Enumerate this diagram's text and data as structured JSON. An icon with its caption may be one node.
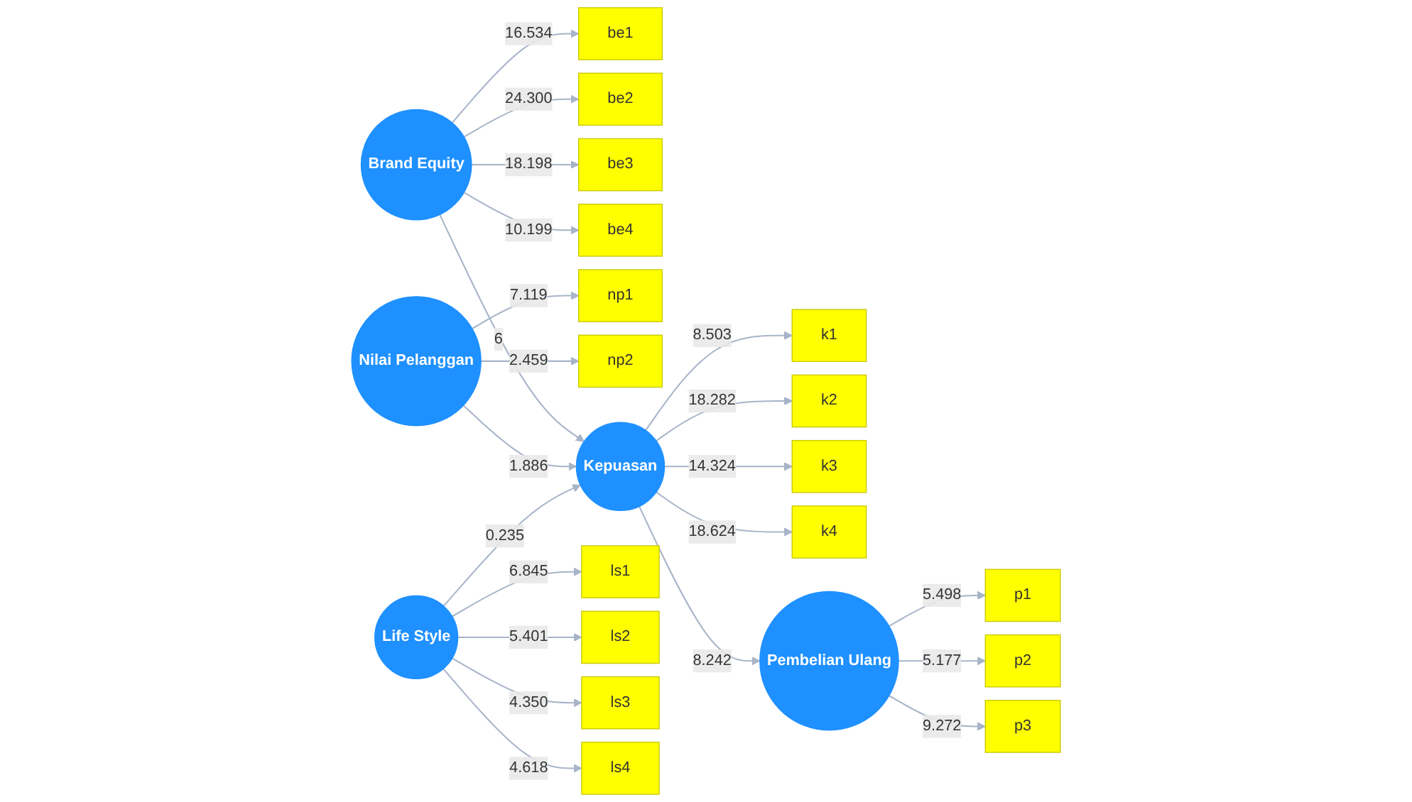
{
  "diagram": {
    "nodes": [
      {
        "text": [
          "be1"
        ]
      },
      {
        "text": [
          "be2"
        ]
      },
      {
        "text": [
          "be3"
        ]
      },
      {
        "text": [
          "be4"
        ]
      },
      {
        "text": [
          "Brand Equity"
        ]
      },
      {
        "text": [
          "k1"
        ]
      },
      {
        "text": [
          "k2"
        ]
      },
      {
        "text": [
          "k3"
        ]
      },
      {
        "text": [
          "k4"
        ]
      },
      {
        "text": [
          "np1"
        ]
      },
      {
        "text": [
          "np2"
        ]
      },
      {
        "text": [
          "Nilai Pelanggan"
        ]
      },
      {
        "text": [
          "Kepuasan"
        ]
      },
      {
        "text": [
          "p1"
        ]
      },
      {
        "text": [
          "p2"
        ]
      },
      {
        "text": [
          "p3"
        ]
      },
      {
        "text": [
          "Pembelian Ulang"
        ]
      },
      {
        "text": [
          "ls1"
        ]
      },
      {
        "text": [
          "ls2"
        ]
      },
      {
        "text": [
          "ls3"
        ]
      },
      {
        "text": [
          "ls4"
        ]
      },
      {
        "text": [
          "Life Style"
        ]
      }
    ],
    "edges": [
      {
        "from": 4,
        "to": 0,
        "arrow": "to",
        "label": "16.534"
      },
      {
        "from": 4,
        "to": 1,
        "arrow": "to",
        "label": "24.300"
      },
      {
        "from": 4,
        "to": 2,
        "arrow": "to",
        "label": "18.198"
      },
      {
        "from": 4,
        "to": 3,
        "arrow": "to",
        "label": "10.199"
      },
      {
        "from": 4,
        "to": 12,
        "arrow": "to",
        "label": "6"
      },
      {
        "from": 12,
        "to": 5,
        "arrow": "to",
        "label": "8.503"
      },
      {
        "from": 12,
        "to": 6,
        "arrow": "to",
        "label": "18.282"
      },
      {
        "from": 12,
        "to": 7,
        "arrow": "to",
        "label": "14.324"
      },
      {
        "from": 12,
        "to": 8,
        "arrow": "to",
        "label": "18.624"
      },
      {
        "from": 11,
        "to": 9,
        "arrow": "to",
        "label": "7.119"
      },
      {
        "from": 11,
        "to": 10,
        "arrow": "to",
        "label": "2.459"
      },
      {
        "from": 11,
        "to": 12,
        "arrow": "to",
        "label": "1.886"
      },
      {
        "from": 12,
        "to": 16,
        "arrow": "to",
        "label": "8.242"
      },
      {
        "from": 16,
        "to": 13,
        "arrow": "to",
        "label": "5.498"
      },
      {
        "from": 16,
        "to": 14,
        "arrow": "to",
        "label": "5.177"
      },
      {
        "from": 16,
        "to": 15,
        "arrow": "to",
        "label": "9.272"
      },
      {
        "from": 21,
        "to": 12,
        "arrow": "to",
        "label": "0.235"
      },
      {
        "from": 21,
        "to": 17,
        "arrow": "to",
        "label": "6.845"
      },
      {
        "from": 21,
        "to": 18,
        "arrow": "to",
        "label": "5.401"
      },
      {
        "from": 21,
        "to": 19,
        "arrow": "to",
        "label": "4.350"
      },
      {
        "from": 21,
        "to": 20,
        "arrow": "to",
        "label": "4.618"
      }
    ]
  }
}
